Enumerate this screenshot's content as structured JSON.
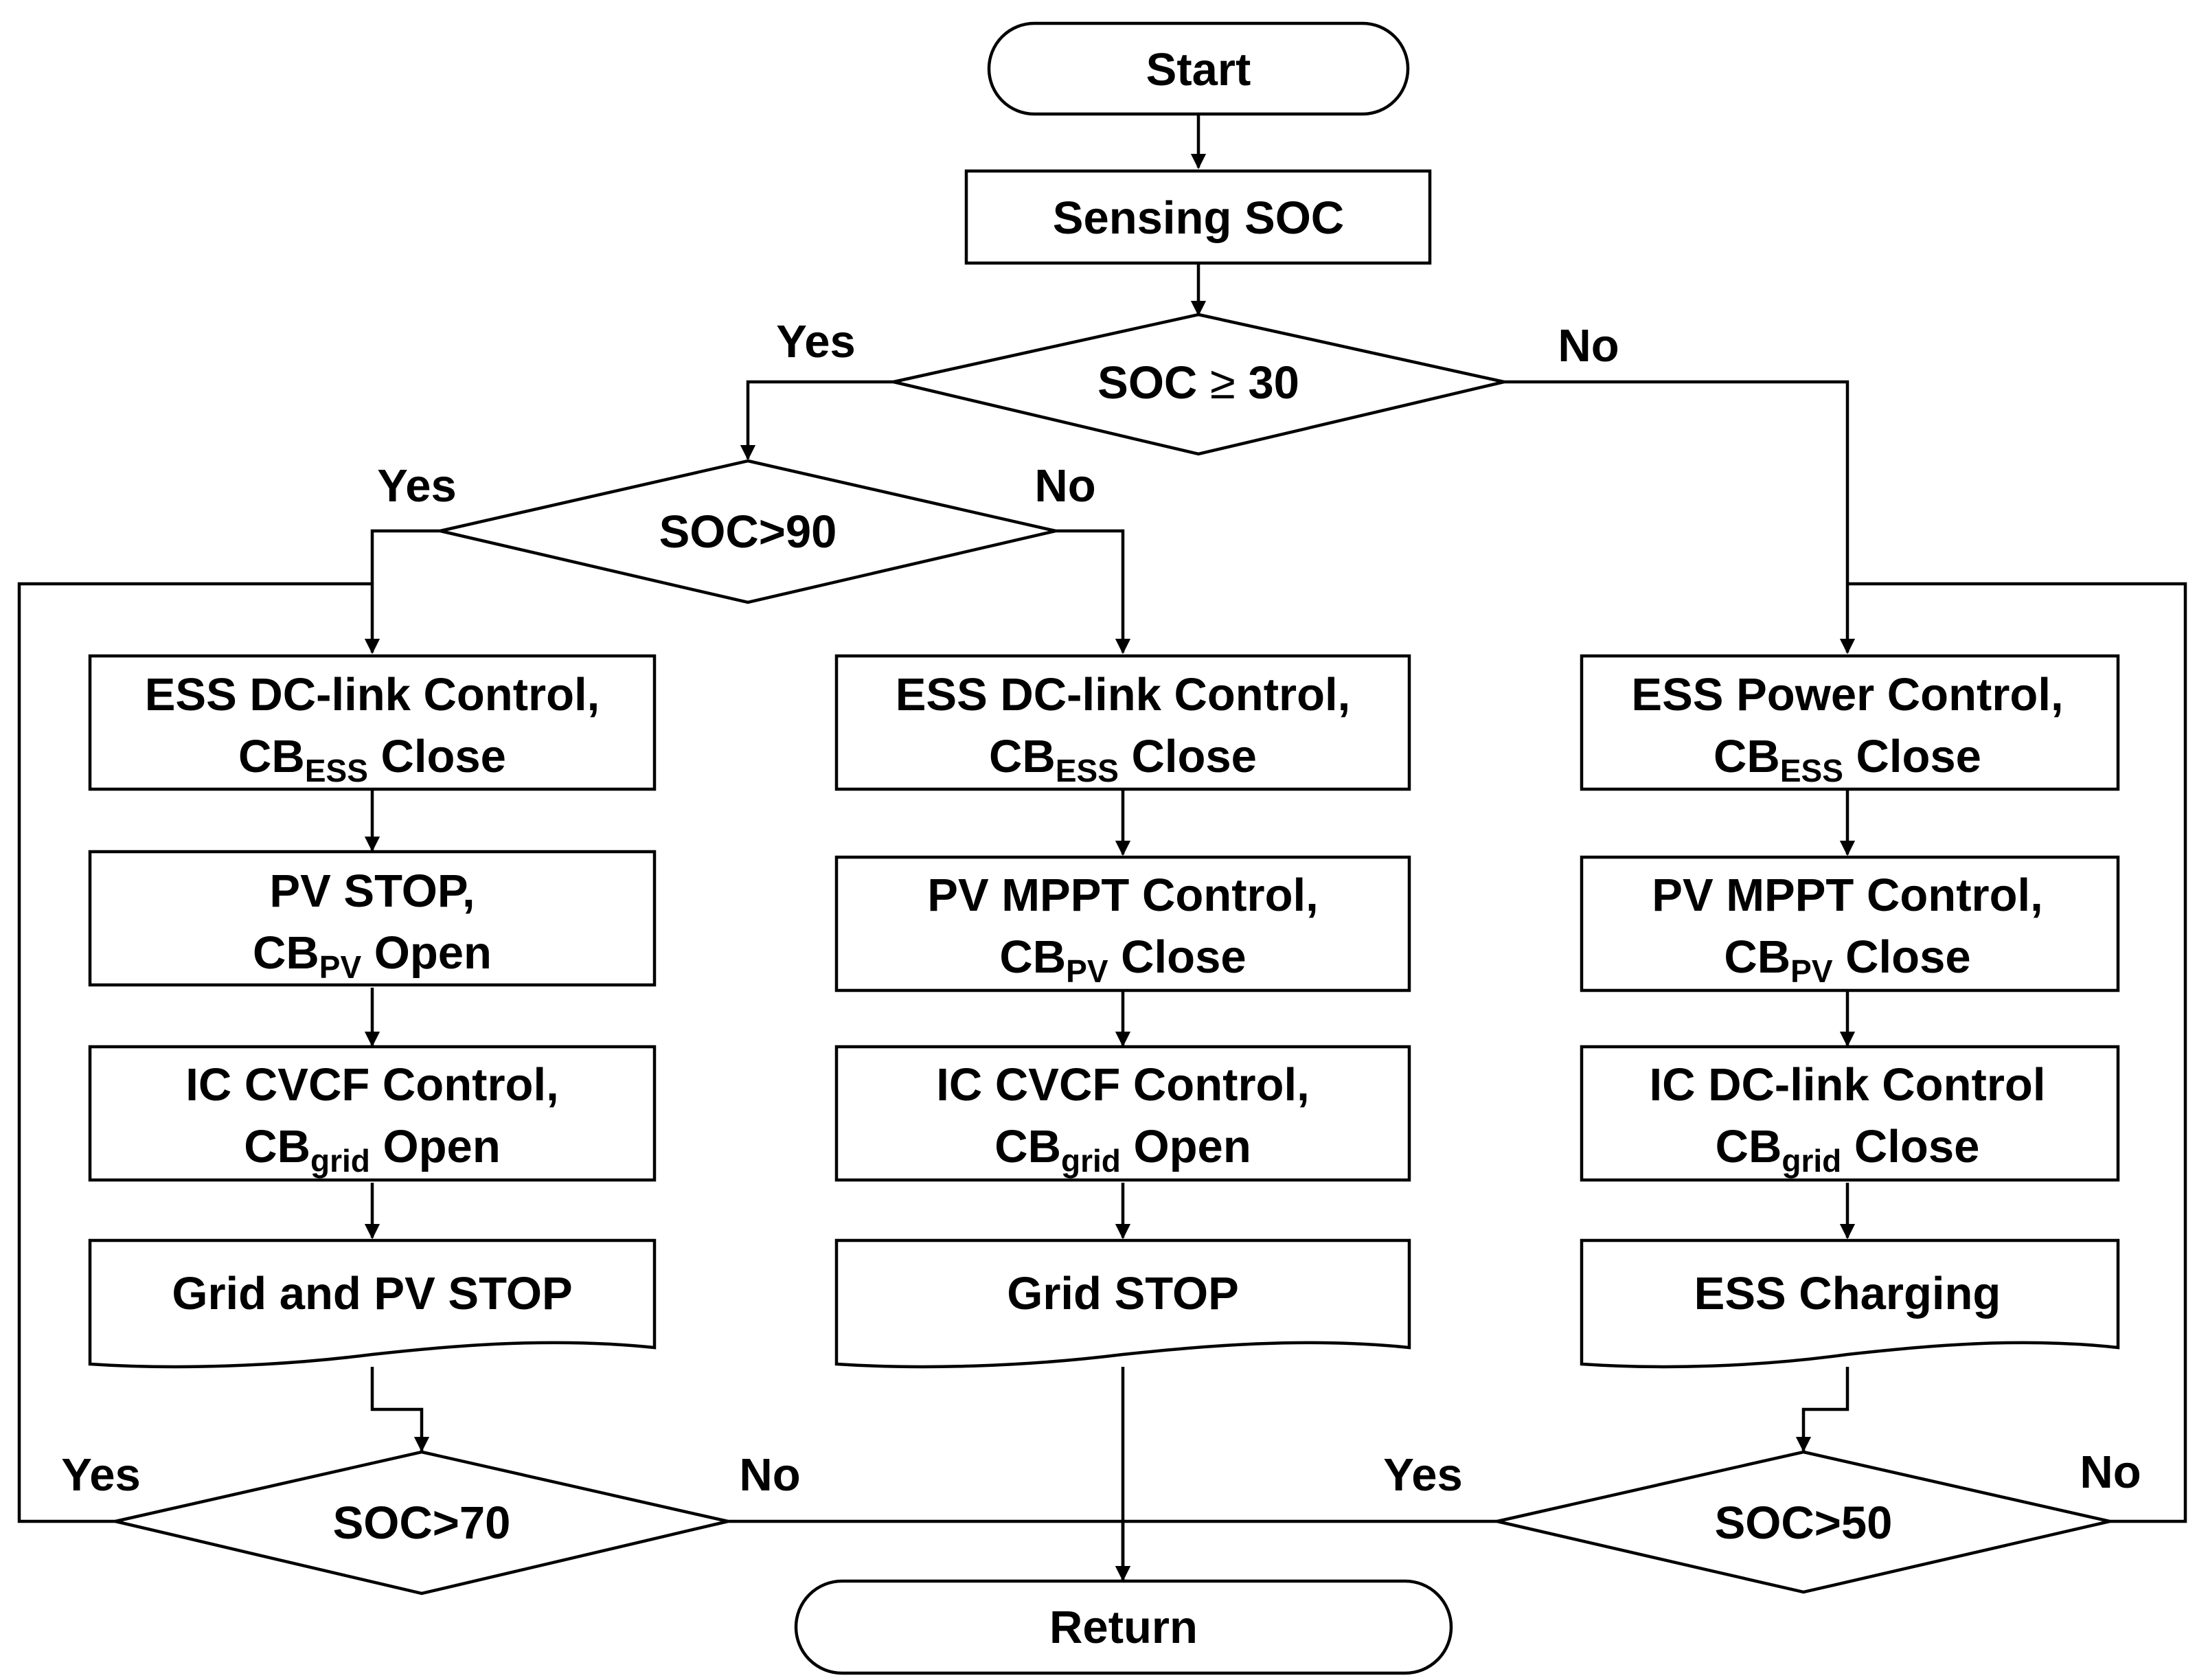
{
  "nodes": {
    "start": {
      "text": "Start"
    },
    "sensing": {
      "text": "Sensing SOC"
    },
    "soc30": {
      "pre": "SOC ",
      "sym": "≥",
      "post": " 30"
    },
    "soc90": {
      "text": "SOC>90"
    },
    "soc70": {
      "text": "SOC>70"
    },
    "soc50": {
      "text": "SOC>50"
    },
    "ret": {
      "text": "Return"
    },
    "l1": {
      "line1": "ESS DC-link Control,",
      "main": "CB",
      "sub": "ESS",
      "rest": " Close"
    },
    "l2": {
      "line1": "PV STOP,",
      "main": "CB",
      "sub": "PV",
      "rest": " Open"
    },
    "l3": {
      "line1": "IC CVCF Control,",
      "main": "CB",
      "sub": "grid",
      "rest": " Open"
    },
    "l4": {
      "text": "Grid and PV STOP"
    },
    "m1": {
      "line1": "ESS DC-link Control,",
      "main": "CB",
      "sub": "ESS",
      "rest": " Close"
    },
    "m2": {
      "line1": "PV MPPT Control,",
      "main": "CB",
      "sub": "PV",
      "rest": " Close"
    },
    "m3": {
      "line1": "IC CVCF Control,",
      "main": "CB",
      "sub": "grid",
      "rest": " Open"
    },
    "m4": {
      "text": "Grid STOP"
    },
    "r1": {
      "line1": "ESS Power Control,",
      "main": "CB",
      "sub": "ESS",
      "rest": " Close"
    },
    "r2": {
      "line1": "PV MPPT Control,",
      "main": "CB",
      "sub": "PV",
      "rest": " Close"
    },
    "r3": {
      "line1": "IC DC-link Control",
      "main": "CB",
      "sub": "grid",
      "rest": " Close"
    },
    "r4": {
      "text": "ESS Charging"
    }
  },
  "branches": {
    "soc30_yes": "Yes",
    "soc30_no": "No",
    "soc90_yes": "Yes",
    "soc90_no": "No",
    "soc70_yes": "Yes",
    "soc70_no": "No",
    "soc50_yes": "Yes",
    "soc50_no": "No"
  }
}
